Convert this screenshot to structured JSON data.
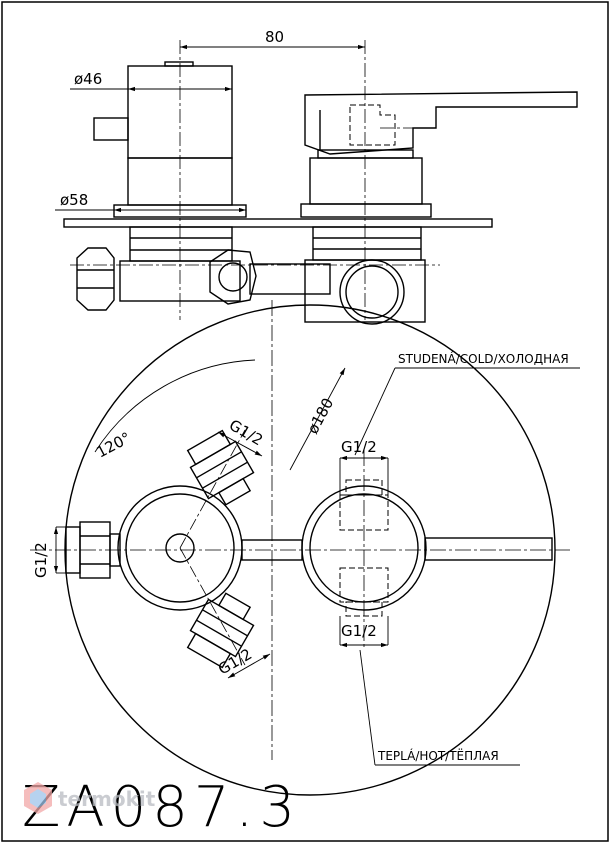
{
  "dimensions": {
    "distance": "80",
    "diameter_small": "ø46",
    "diameter_flange": "ø58",
    "diameter_plate": "ø180",
    "angle": "120°",
    "thread_upper_left": "G1/2",
    "thread_left": "G1/2",
    "thread_lower_left": "G1/2",
    "thread_top_right": "G1/2",
    "thread_bottom_right": "G1/2"
  },
  "labels": {
    "cold": "STUDENÁ/COLD/ХОЛОДНАЯ",
    "hot": "TEPLÁ/HOT/ТЁПЛАЯ"
  },
  "model_code": "ZA087.3",
  "watermark": "termokit"
}
